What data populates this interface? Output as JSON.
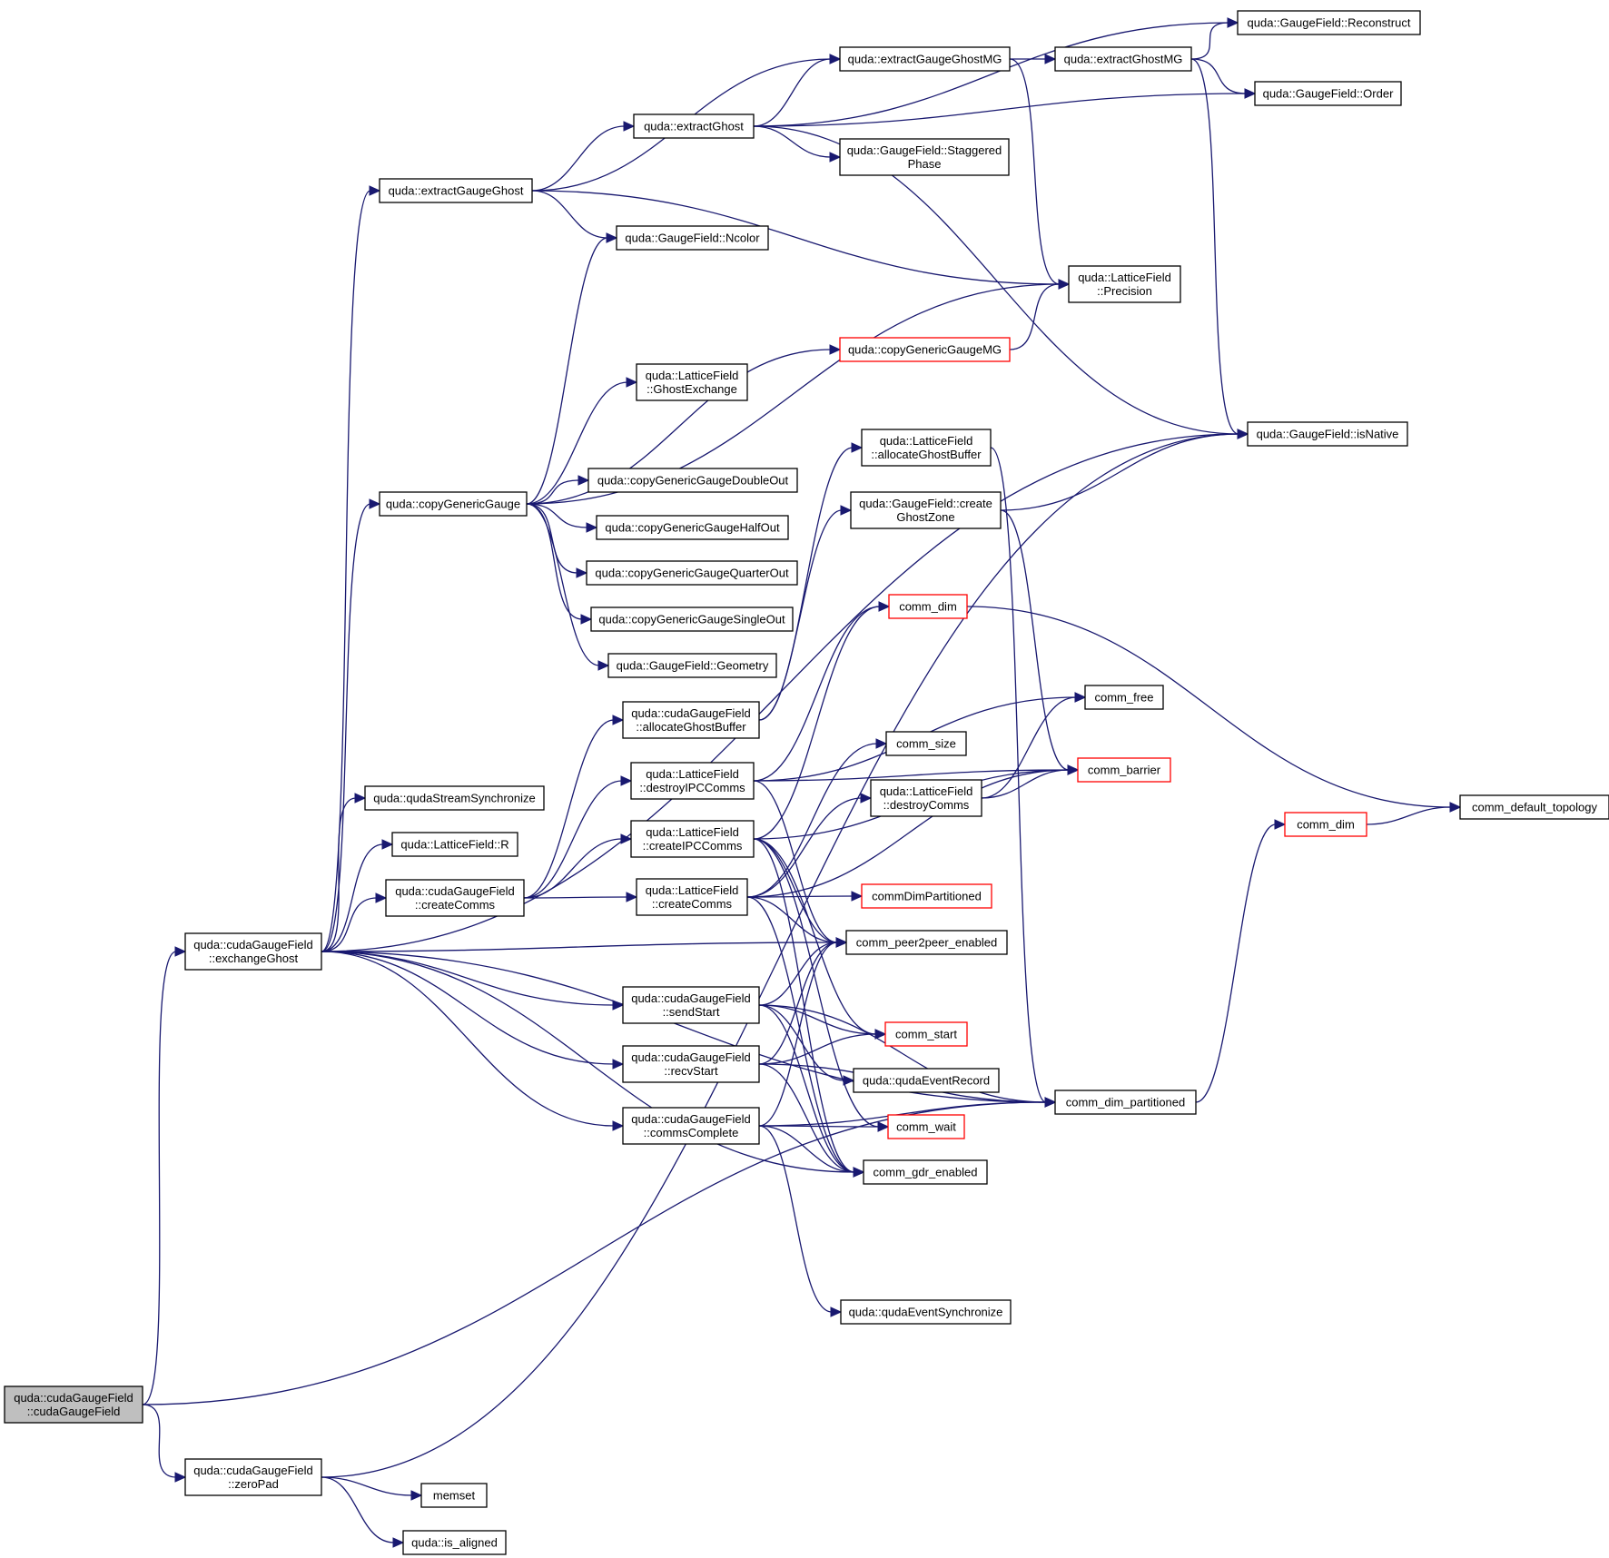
{
  "colors": {
    "edge": "#191970",
    "node_border": "#000000",
    "truncated_border": "#ff0000",
    "root_fill": "#bfbfbf",
    "background": "#ffffff"
  },
  "nodes": [
    {
      "id": "n_root",
      "lines": [
        "quda::cudaGaugeField",
        "::cudaGaugeField"
      ],
      "style": "root"
    },
    {
      "id": "n_exchangeGhost",
      "lines": [
        "quda::cudaGaugeField",
        "::exchangeGhost"
      ],
      "style": "normal"
    },
    {
      "id": "n_zeroPad",
      "lines": [
        "quda::cudaGaugeField",
        "::zeroPad"
      ],
      "style": "normal"
    },
    {
      "id": "n_memset",
      "lines": [
        "memset"
      ],
      "style": "normal"
    },
    {
      "id": "n_is_aligned",
      "lines": [
        "quda::is_aligned"
      ],
      "style": "normal"
    },
    {
      "id": "n_extractGaugeGhost",
      "lines": [
        "quda::extractGaugeGhost"
      ],
      "style": "normal"
    },
    {
      "id": "n_copyGenericGauge",
      "lines": [
        "quda::copyGenericGauge"
      ],
      "style": "normal"
    },
    {
      "id": "n_qudaStreamSynchronize",
      "lines": [
        "quda::qudaStreamSynchronize"
      ],
      "style": "normal"
    },
    {
      "id": "n_LF_R",
      "lines": [
        "quda::LatticeField::R"
      ],
      "style": "normal"
    },
    {
      "id": "n_cGF_createComms",
      "lines": [
        "quda::cudaGaugeField",
        "::createComms"
      ],
      "style": "normal"
    },
    {
      "id": "n_extractGhost",
      "lines": [
        "quda::extractGhost"
      ],
      "style": "normal"
    },
    {
      "id": "n_GF_Ncolor",
      "lines": [
        "quda::GaugeField::Ncolor"
      ],
      "style": "normal"
    },
    {
      "id": "n_GhostExchange",
      "lines": [
        "quda::LatticeField",
        "::GhostExchange"
      ],
      "style": "normal"
    },
    {
      "id": "n_cgg_DoubleOut",
      "lines": [
        "quda::copyGenericGaugeDoubleOut"
      ],
      "style": "normal"
    },
    {
      "id": "n_cgg_HalfOut",
      "lines": [
        "quda::copyGenericGaugeHalfOut"
      ],
      "style": "normal"
    },
    {
      "id": "n_cgg_QuarterOut",
      "lines": [
        "quda::copyGenericGaugeQuarterOut"
      ],
      "style": "normal"
    },
    {
      "id": "n_cgg_SingleOut",
      "lines": [
        "quda::copyGenericGaugeSingleOut"
      ],
      "style": "normal"
    },
    {
      "id": "n_GF_Geometry",
      "lines": [
        "quda::GaugeField::Geometry"
      ],
      "style": "normal"
    },
    {
      "id": "n_cGF_allocateGhostBuffer",
      "lines": [
        "quda::cudaGaugeField",
        "::allocateGhostBuffer"
      ],
      "style": "normal"
    },
    {
      "id": "n_LF_destroyIPCComms",
      "lines": [
        "quda::LatticeField",
        "::destroyIPCComms"
      ],
      "style": "normal"
    },
    {
      "id": "n_LF_createIPCComms",
      "lines": [
        "quda::LatticeField",
        "::createIPCComms"
      ],
      "style": "normal"
    },
    {
      "id": "n_LF_createComms",
      "lines": [
        "quda::LatticeField",
        "::createComms"
      ],
      "style": "normal"
    },
    {
      "id": "n_sendStart",
      "lines": [
        "quda::cudaGaugeField",
        "::sendStart"
      ],
      "style": "normal"
    },
    {
      "id": "n_recvStart",
      "lines": [
        "quda::cudaGaugeField",
        "::recvStart"
      ],
      "style": "normal"
    },
    {
      "id": "n_commsComplete",
      "lines": [
        "quda::cudaGaugeField",
        "::commsComplete"
      ],
      "style": "normal"
    },
    {
      "id": "n_extractGaugeGhostMG",
      "lines": [
        "quda::extractGaugeGhostMG"
      ],
      "style": "normal"
    },
    {
      "id": "n_GF_StaggeredPhase",
      "lines": [
        "quda::GaugeField::Staggered",
        "Phase"
      ],
      "style": "normal"
    },
    {
      "id": "n_copyGenericGaugeMG",
      "lines": [
        "quda::copyGenericGaugeMG"
      ],
      "style": "truncated"
    },
    {
      "id": "n_LF_allocateGhostBuffer",
      "lines": [
        "quda::LatticeField",
        "::allocateGhostBuffer"
      ],
      "style": "normal"
    },
    {
      "id": "n_GF_createGhostZone",
      "lines": [
        "quda::GaugeField::create",
        "GhostZone"
      ],
      "style": "normal"
    },
    {
      "id": "n_comm_dim_red1",
      "lines": [
        "comm_dim"
      ],
      "style": "truncated"
    },
    {
      "id": "n_comm_size",
      "lines": [
        "comm_size"
      ],
      "style": "normal"
    },
    {
      "id": "n_LF_destroyComms",
      "lines": [
        "quda::LatticeField",
        "::destroyComms"
      ],
      "style": "normal"
    },
    {
      "id": "n_commDimPartitioned",
      "lines": [
        "commDimPartitioned"
      ],
      "style": "truncated"
    },
    {
      "id": "n_comm_peer2peer_enabled",
      "lines": [
        "comm_peer2peer_enabled"
      ],
      "style": "normal"
    },
    {
      "id": "n_comm_start",
      "lines": [
        "comm_start"
      ],
      "style": "truncated"
    },
    {
      "id": "n_qudaEventRecord",
      "lines": [
        "quda::qudaEventRecord"
      ],
      "style": "normal"
    },
    {
      "id": "n_comm_wait",
      "lines": [
        "comm_wait"
      ],
      "style": "truncated"
    },
    {
      "id": "n_comm_gdr_enabled",
      "lines": [
        "comm_gdr_enabled"
      ],
      "style": "normal"
    },
    {
      "id": "n_qudaEventSynchronize",
      "lines": [
        "quda::qudaEventSynchronize"
      ],
      "style": "normal"
    },
    {
      "id": "n_extractGhostMG",
      "lines": [
        "quda::extractGhostMG"
      ],
      "style": "normal"
    },
    {
      "id": "n_LF_Precision",
      "lines": [
        "quda::LatticeField",
        "::Precision"
      ],
      "style": "normal"
    },
    {
      "id": "n_comm_free",
      "lines": [
        "comm_free"
      ],
      "style": "normal"
    },
    {
      "id": "n_comm_barrier",
      "lines": [
        "comm_barrier"
      ],
      "style": "truncated"
    },
    {
      "id": "n_comm_dim_partitioned",
      "lines": [
        "comm_dim_partitioned"
      ],
      "style": "normal"
    },
    {
      "id": "n_GF_Reconstruct",
      "lines": [
        "quda::GaugeField::Reconstruct"
      ],
      "style": "normal"
    },
    {
      "id": "n_GF_Order",
      "lines": [
        "quda::GaugeField::Order"
      ],
      "style": "normal"
    },
    {
      "id": "n_GF_isNative",
      "lines": [
        "quda::GaugeField::isNative"
      ],
      "style": "normal"
    },
    {
      "id": "n_comm_dim_red2",
      "lines": [
        "comm_dim"
      ],
      "style": "truncated"
    },
    {
      "id": "n_comm_default_topology",
      "lines": [
        "comm_default_topology"
      ],
      "style": "normal"
    }
  ],
  "edges": [
    [
      "n_root",
      "n_exchangeGhost"
    ],
    [
      "n_root",
      "n_comm_dim_partitioned"
    ],
    [
      "n_root",
      "n_zeroPad"
    ],
    [
      "n_zeroPad",
      "n_memset"
    ],
    [
      "n_zeroPad",
      "n_is_aligned"
    ],
    [
      "n_zeroPad",
      "n_GF_isNative"
    ],
    [
      "n_exchangeGhost",
      "n_extractGaugeGhost"
    ],
    [
      "n_exchangeGhost",
      "n_copyGenericGauge"
    ],
    [
      "n_exchangeGhost",
      "n_GF_isNative"
    ],
    [
      "n_exchangeGhost",
      "n_qudaStreamSynchronize"
    ],
    [
      "n_exchangeGhost",
      "n_LF_R"
    ],
    [
      "n_exchangeGhost",
      "n_cGF_createComms"
    ],
    [
      "n_exchangeGhost",
      "n_comm_peer2peer_enabled"
    ],
    [
      "n_exchangeGhost",
      "n_sendStart"
    ],
    [
      "n_exchangeGhost",
      "n_recvStart"
    ],
    [
      "n_exchangeGhost",
      "n_commsComplete"
    ],
    [
      "n_exchangeGhost",
      "n_comm_gdr_enabled"
    ],
    [
      "n_exchangeGhost",
      "n_comm_dim_partitioned"
    ],
    [
      "n_extractGaugeGhost",
      "n_extractGaugeGhostMG"
    ],
    [
      "n_extractGaugeGhost",
      "n_extractGhost"
    ],
    [
      "n_extractGaugeGhost",
      "n_GF_Ncolor"
    ],
    [
      "n_extractGaugeGhost",
      "n_LF_Precision"
    ],
    [
      "n_extractGhost",
      "n_GF_Reconstruct"
    ],
    [
      "n_extractGhost",
      "n_extractGaugeGhostMG"
    ],
    [
      "n_extractGhost",
      "n_GF_Order"
    ],
    [
      "n_extractGhost",
      "n_GF_StaggeredPhase"
    ],
    [
      "n_extractGhost",
      "n_GF_isNative"
    ],
    [
      "n_extractGaugeGhostMG",
      "n_extractGhostMG"
    ],
    [
      "n_extractGaugeGhostMG",
      "n_LF_Precision"
    ],
    [
      "n_extractGhostMG",
      "n_GF_Reconstruct"
    ],
    [
      "n_extractGhostMG",
      "n_GF_Order"
    ],
    [
      "n_extractGhostMG",
      "n_GF_isNative"
    ],
    [
      "n_copyGenericGauge",
      "n_GF_Ncolor"
    ],
    [
      "n_copyGenericGauge",
      "n_LF_Precision"
    ],
    [
      "n_copyGenericGauge",
      "n_copyGenericGaugeMG"
    ],
    [
      "n_copyGenericGauge",
      "n_GhostExchange"
    ],
    [
      "n_copyGenericGauge",
      "n_cgg_DoubleOut"
    ],
    [
      "n_copyGenericGauge",
      "n_cgg_HalfOut"
    ],
    [
      "n_copyGenericGauge",
      "n_cgg_QuarterOut"
    ],
    [
      "n_copyGenericGauge",
      "n_cgg_SingleOut"
    ],
    [
      "n_copyGenericGauge",
      "n_GF_Geometry"
    ],
    [
      "n_copyGenericGaugeMG",
      "n_LF_Precision"
    ],
    [
      "n_cGF_createComms",
      "n_cGF_allocateGhostBuffer"
    ],
    [
      "n_cGF_createComms",
      "n_LF_destroyIPCComms"
    ],
    [
      "n_cGF_createComms",
      "n_LF_createIPCComms"
    ],
    [
      "n_cGF_createComms",
      "n_LF_createComms"
    ],
    [
      "n_cGF_allocateGhostBuffer",
      "n_LF_allocateGhostBuffer"
    ],
    [
      "n_cGF_allocateGhostBuffer",
      "n_GF_createGhostZone"
    ],
    [
      "n_LF_allocateGhostBuffer",
      "n_comm_dim_partitioned"
    ],
    [
      "n_GF_createGhostZone",
      "n_GF_isNative"
    ],
    [
      "n_GF_createGhostZone",
      "n_comm_barrier"
    ],
    [
      "n_LF_destroyIPCComms",
      "n_comm_dim_red1"
    ],
    [
      "n_LF_destroyIPCComms",
      "n_comm_free"
    ],
    [
      "n_LF_destroyIPCComms",
      "n_comm_barrier"
    ],
    [
      "n_LF_destroyIPCComms",
      "n_comm_peer2peer_enabled"
    ],
    [
      "n_LF_createIPCComms",
      "n_comm_dim_red1"
    ],
    [
      "n_LF_createIPCComms",
      "n_comm_barrier"
    ],
    [
      "n_LF_createIPCComms",
      "n_comm_peer2peer_enabled"
    ],
    [
      "n_LF_createIPCComms",
      "n_comm_start"
    ],
    [
      "n_LF_createIPCComms",
      "n_comm_gdr_enabled"
    ],
    [
      "n_LF_createIPCComms",
      "n_comm_wait"
    ],
    [
      "n_LF_createComms",
      "n_comm_size"
    ],
    [
      "n_LF_createComms",
      "n_LF_destroyComms"
    ],
    [
      "n_LF_createComms",
      "n_comm_barrier"
    ],
    [
      "n_LF_createComms",
      "n_commDimPartitioned"
    ],
    [
      "n_LF_createComms",
      "n_comm_peer2peer_enabled"
    ],
    [
      "n_LF_createComms",
      "n_comm_gdr_enabled"
    ],
    [
      "n_LF_destroyComms",
      "n_comm_free"
    ],
    [
      "n_LF_destroyComms",
      "n_comm_barrier"
    ],
    [
      "n_comm_dim_red1",
      "n_comm_default_topology"
    ],
    [
      "n_sendStart",
      "n_comm_peer2peer_enabled"
    ],
    [
      "n_sendStart",
      "n_comm_dim_partitioned"
    ],
    [
      "n_sendStart",
      "n_comm_start"
    ],
    [
      "n_sendStart",
      "n_qudaEventRecord"
    ],
    [
      "n_sendStart",
      "n_comm_gdr_enabled"
    ],
    [
      "n_recvStart",
      "n_comm_peer2peer_enabled"
    ],
    [
      "n_recvStart",
      "n_comm_start"
    ],
    [
      "n_recvStart",
      "n_comm_gdr_enabled"
    ],
    [
      "n_recvStart",
      "n_comm_dim_partitioned"
    ],
    [
      "n_commsComplete",
      "n_comm_peer2peer_enabled"
    ],
    [
      "n_commsComplete",
      "n_comm_wait"
    ],
    [
      "n_commsComplete",
      "n_comm_gdr_enabled"
    ],
    [
      "n_commsComplete",
      "n_comm_dim_partitioned"
    ],
    [
      "n_commsComplete",
      "n_qudaEventSynchronize"
    ],
    [
      "n_comm_dim_partitioned",
      "n_comm_dim_red2"
    ],
    [
      "n_comm_dim_red2",
      "n_comm_default_topology"
    ]
  ]
}
